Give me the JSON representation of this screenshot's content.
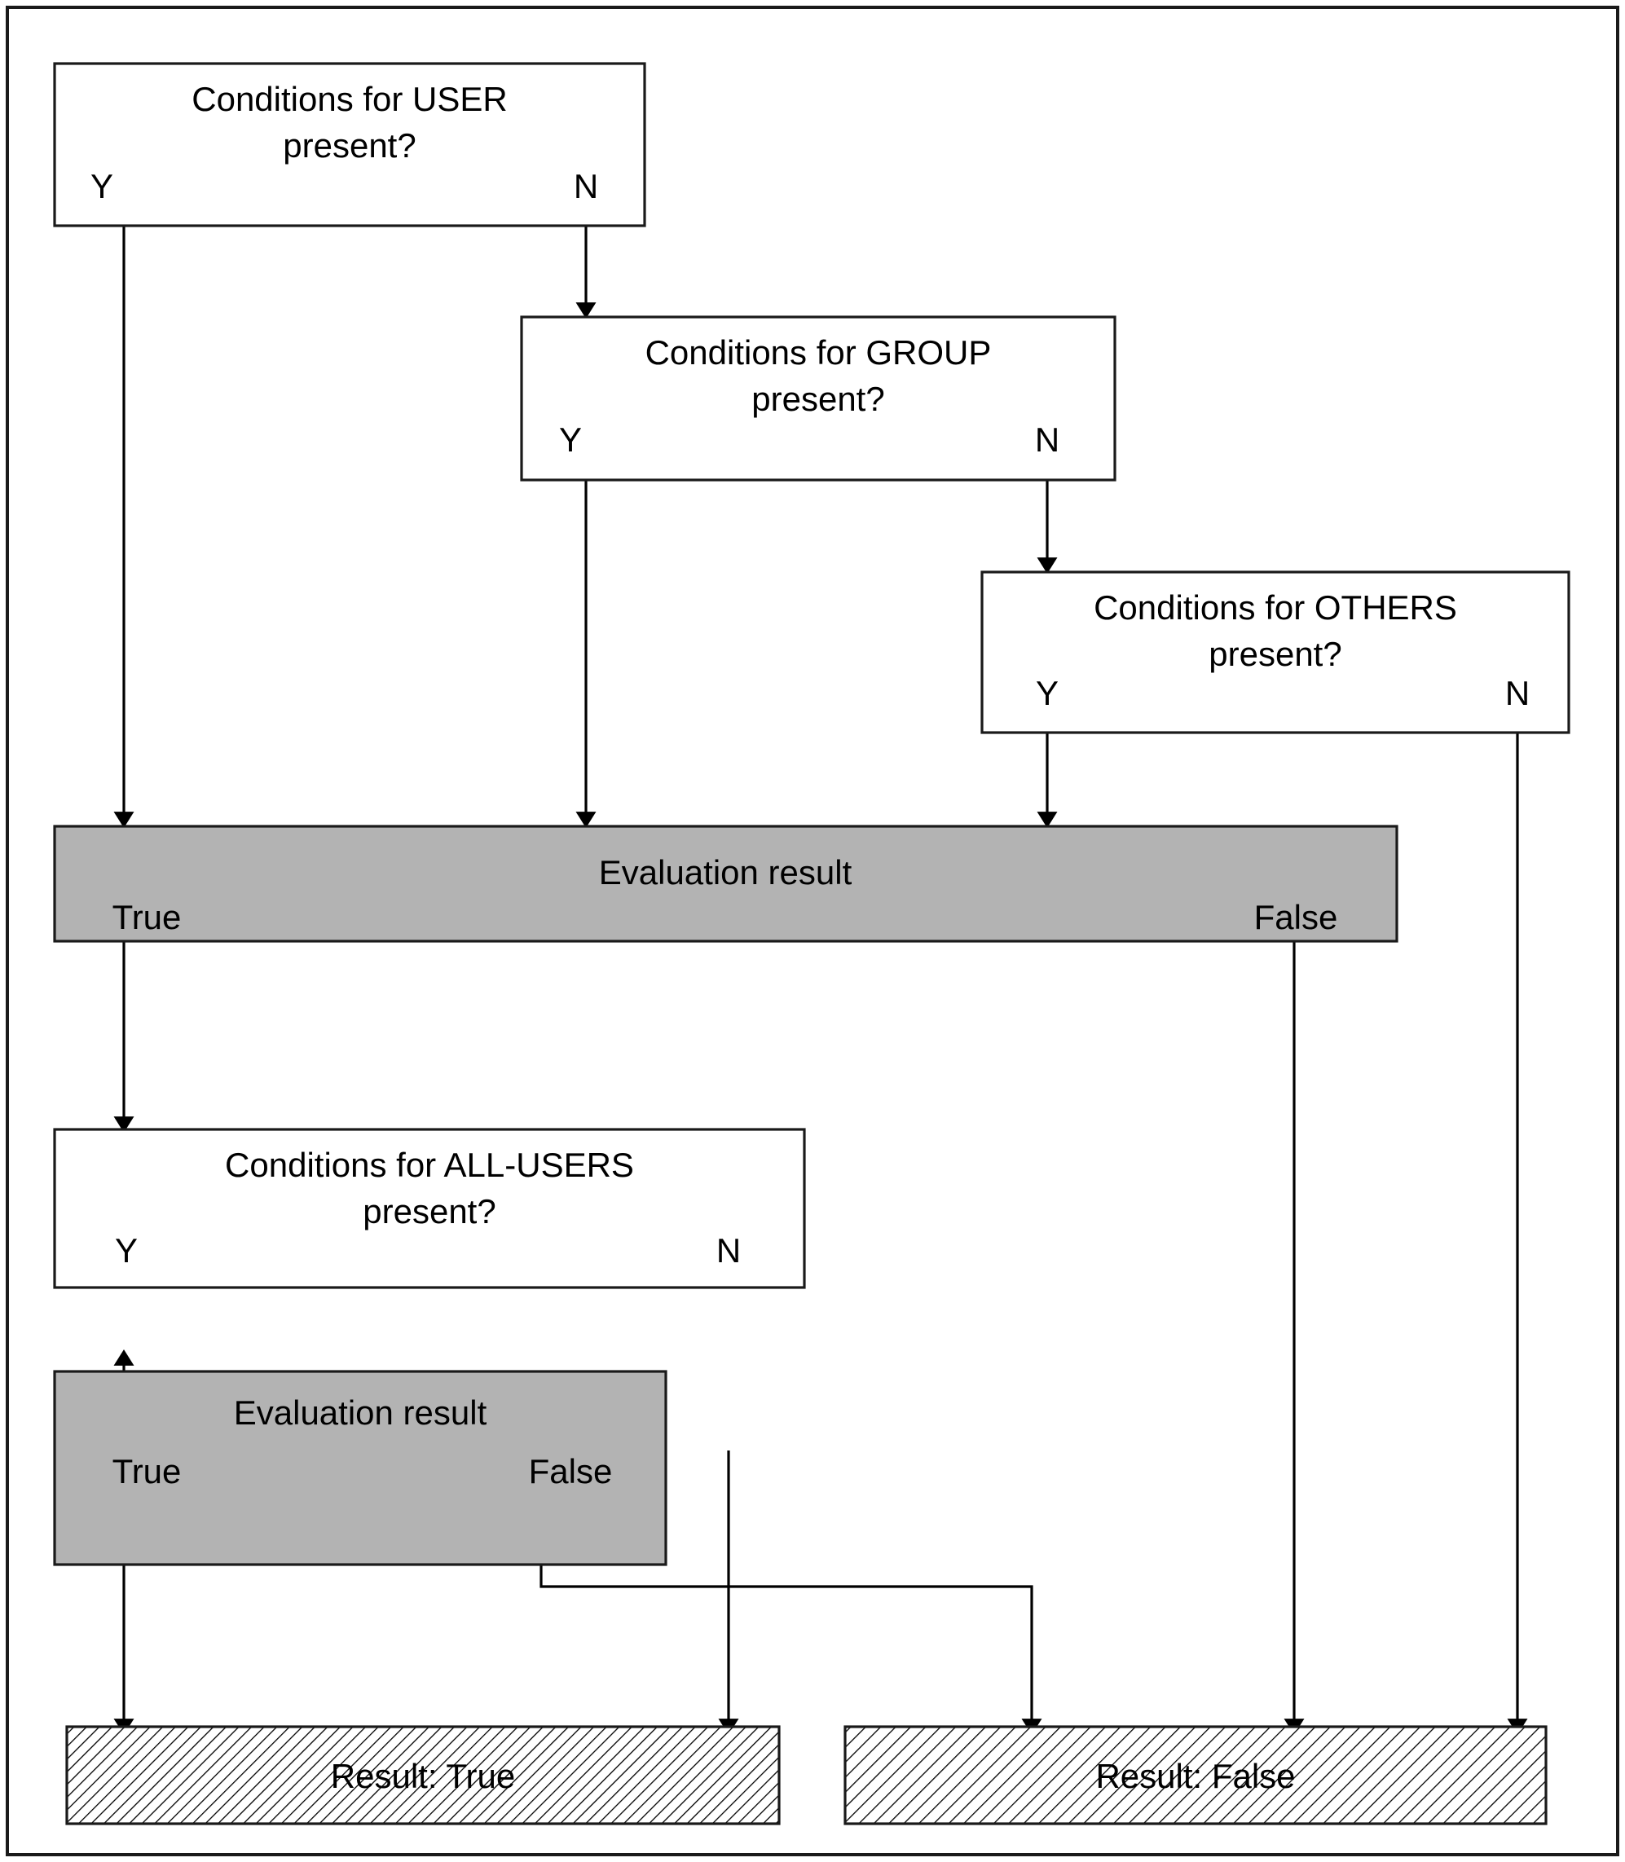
{
  "diagram": {
    "title": "Permission condition evaluation flowchart",
    "colors": {
      "node_fill": "#ffffff",
      "gray_fill": "#b3b3b3",
      "stroke": "#000000",
      "frame": "#1a1a1a",
      "hatch": "#000000"
    },
    "branch_labels": {
      "yes": "Y",
      "no": "N",
      "true": "True",
      "false": "False"
    },
    "nodes": [
      {
        "id": "user",
        "kind": "decision",
        "line1": "Conditions for USER",
        "line2": "present?",
        "yes": "Y",
        "no": "N"
      },
      {
        "id": "group",
        "kind": "decision",
        "line1": "Conditions for GROUP",
        "line2": "present?",
        "yes": "Y",
        "no": "N"
      },
      {
        "id": "others",
        "kind": "decision",
        "line1": "Conditions for OTHERS",
        "line2": "present?",
        "yes": "Y",
        "no": "N"
      },
      {
        "id": "eval1",
        "kind": "evaluation",
        "line1": "Evaluation result",
        "true": "True",
        "false": "False"
      },
      {
        "id": "allusers",
        "kind": "decision",
        "line1": "Conditions for ALL-USERS",
        "line2": "present?",
        "yes": "Y",
        "no": "N"
      },
      {
        "id": "eval2",
        "kind": "evaluation",
        "line1": "Evaluation result",
        "true": "True",
        "false": "False"
      },
      {
        "id": "result_true",
        "kind": "terminal",
        "line1": "Result: True"
      },
      {
        "id": "result_false",
        "kind": "terminal",
        "line1": "Result: False"
      }
    ],
    "edges": [
      {
        "from": "user",
        "label": "Y",
        "to": "eval1"
      },
      {
        "from": "user",
        "label": "N",
        "to": "group"
      },
      {
        "from": "group",
        "label": "Y",
        "to": "eval1"
      },
      {
        "from": "group",
        "label": "N",
        "to": "others"
      },
      {
        "from": "others",
        "label": "Y",
        "to": "eval1"
      },
      {
        "from": "others",
        "label": "N",
        "to": "result_false"
      },
      {
        "from": "eval1",
        "label": "True",
        "to": "allusers"
      },
      {
        "from": "eval1",
        "label": "False",
        "to": "result_false"
      },
      {
        "from": "allusers",
        "label": "Y",
        "to": "eval2"
      },
      {
        "from": "allusers",
        "label": "N",
        "to": "result_true"
      },
      {
        "from": "eval2",
        "label": "True",
        "to": "result_true"
      },
      {
        "from": "eval2",
        "label": "False",
        "to": "result_false"
      }
    ]
  }
}
